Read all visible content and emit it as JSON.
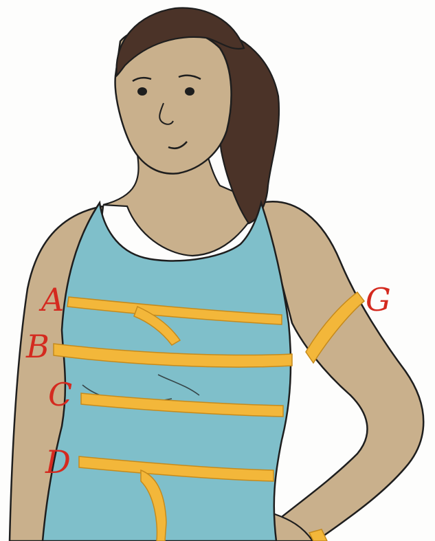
{
  "illustration": {
    "labels": {
      "a": "A",
      "b": "B",
      "c": "C",
      "d": "D",
      "g": "G"
    },
    "colors": {
      "skin": "#c9b08c",
      "skin_shadow": "#b2987a",
      "hair": "#4b3328",
      "dress": "#7fbfca",
      "dress_shadow": "#69aab6",
      "tape": "#f3b73a",
      "tape_edge": "#c58a1c",
      "outline": "#1e1e1e",
      "label": "#d42a1f"
    }
  }
}
